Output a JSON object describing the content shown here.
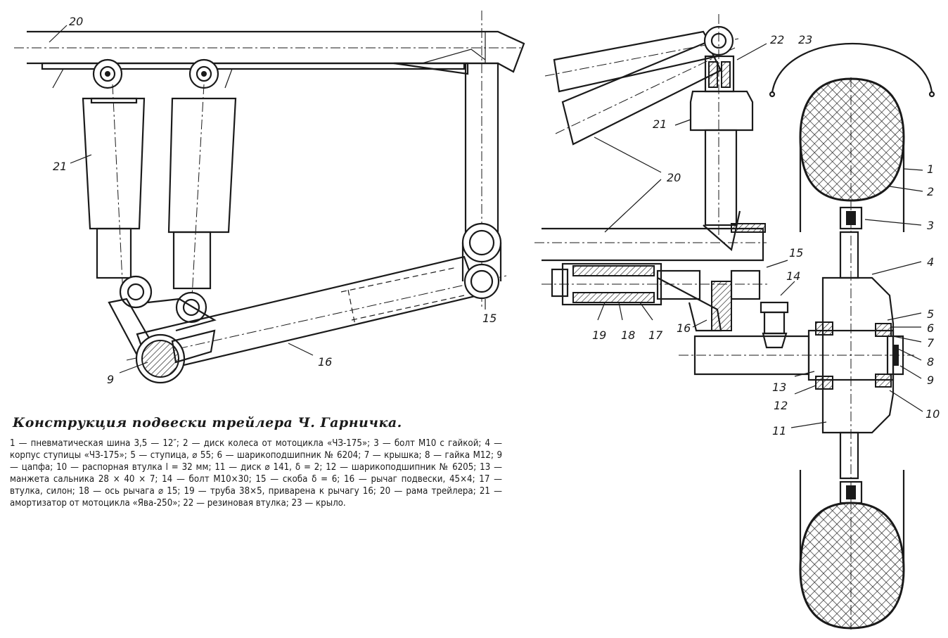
{
  "caption": {
    "title": "Конструкция подвески трейлера Ч. Гарничка.",
    "text": "1 — пневматическая шина 3,5 — 12″; 2 — диск колеса от мотоцикла «ЧЗ-175»; 3 — болт М10 с гайкой; 4 — корпус ступицы «ЧЗ-175»; 5 — ступица, ⌀ 55; 6 — шарикоподшипник № 6204; 7 — крышка; 8 — гайка М12; 9 — цапфа; 10 — распорная втулка l = 32 мм; 11 — диск ⌀ 141, δ = 2; 12 — шарикоподшипник № 6205; 13 — манжета сальника 28 × 40 × 7; 14 — болт М10×30; 15 — скоба δ = 6; 16 — рычаг подвески, 45×4; 17 — втулка, силон; 18 — ось рычага ⌀ 15; 19 — труба 38×5, приварена к рычагу 16; 20 — рама трейлера; 21 — амортизатор от мотоцикла «Ява-250»; 22 — резиновая втулка; 23 — крыло."
  },
  "labels": {
    "l1": "1",
    "l2": "2",
    "l3": "3",
    "l4": "4",
    "l5": "5",
    "l6": "6",
    "l7": "7",
    "l8": "8",
    "l9": "9",
    "l10": "10",
    "l11": "11",
    "l12": "12",
    "l13": "13",
    "l14": "14",
    "l15": "15",
    "l16": "16",
    "l17": "17",
    "l18": "18",
    "l19": "19",
    "l20": "20",
    "l21": "21",
    "l22": "22",
    "l23": "23"
  }
}
